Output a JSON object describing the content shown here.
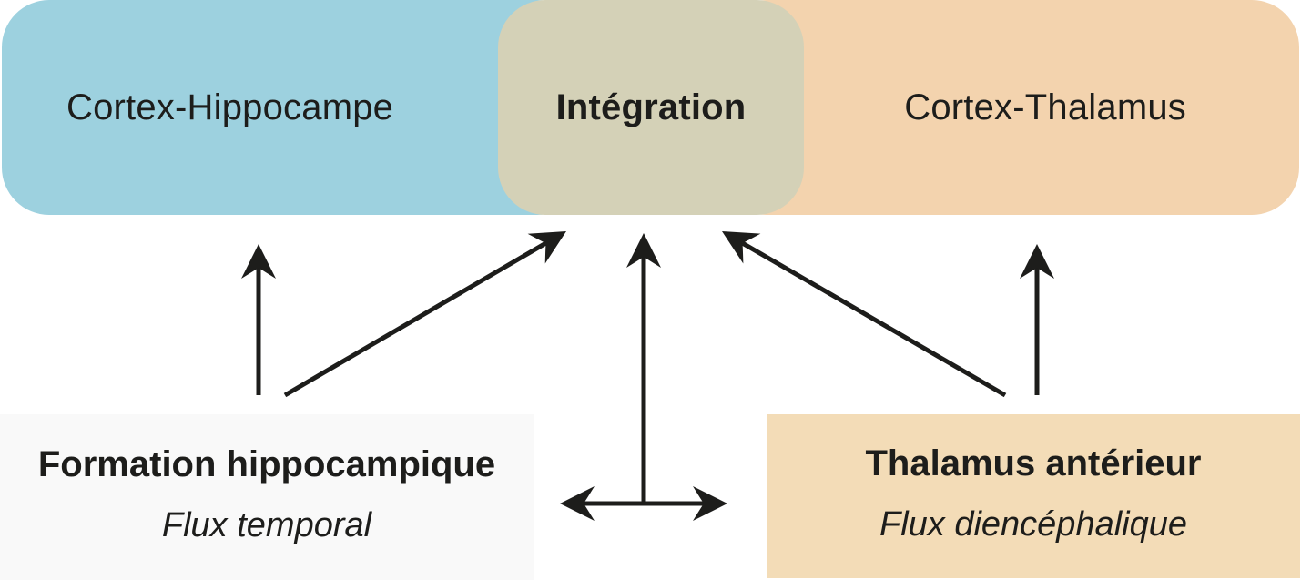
{
  "colors": {
    "cortex_hippocampe": "#9dd1df",
    "integration": "#d4d1b7",
    "cortex_thalamus": "#f3d3ae",
    "formation_hippocampique": "#f9f9f9",
    "thalamus_anterieur": "#f3dcb7",
    "arrow": "#1d1d1b"
  },
  "top": {
    "left_label": "Cortex-Hippocampe",
    "middle_label": "Intégration",
    "right_label": "Cortex-Thalamus"
  },
  "bottom": {
    "left": {
      "title": "Formation hippocampique",
      "subtitle": "Flux temporal"
    },
    "right": {
      "title": "Thalamus antérieur",
      "subtitle": "Flux diencéphalique"
    }
  },
  "arrows": [
    {
      "from": "Formation hippocampique",
      "to": "Cortex-Hippocampe",
      "type": "single"
    },
    {
      "from": "Formation hippocampique",
      "to": "Intégration",
      "type": "single"
    },
    {
      "from": "Formation hippocampique / Thalamus antérieur",
      "to": "Intégration",
      "type": "single"
    },
    {
      "from": "Thalamus antérieur",
      "to": "Intégration",
      "type": "single"
    },
    {
      "from": "Thalamus antérieur",
      "to": "Cortex-Thalamus",
      "type": "single"
    },
    {
      "from": "Formation hippocampique",
      "to": "Thalamus antérieur",
      "type": "double"
    }
  ]
}
